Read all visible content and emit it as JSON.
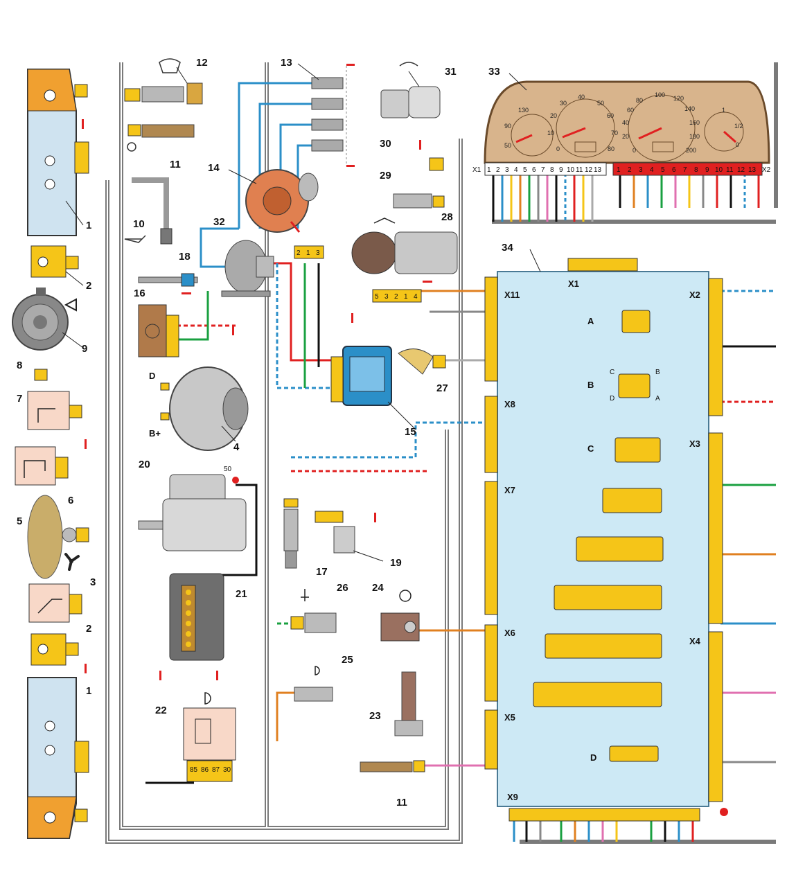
{
  "component_numbers": [
    "1",
    "2",
    "3",
    "4",
    "5",
    "6",
    "7",
    "8",
    "9",
    "10",
    "11",
    "12",
    "13",
    "14",
    "15",
    "16",
    "17",
    "18",
    "19",
    "20",
    "21",
    "22",
    "23",
    "24",
    "25",
    "26",
    "27",
    "28",
    "29",
    "30",
    "31",
    "32",
    "33",
    "34"
  ],
  "terminal_labels": {
    "generator_d": "D",
    "generator_b": "B+",
    "starter_50": "50"
  },
  "relay_pins": [
    "85",
    "86",
    "87",
    "30"
  ],
  "dashboard": {
    "connector_x1": "X1",
    "connector_x2": "X2",
    "tach_ticks": [
      "0",
      "10",
      "20",
      "30",
      "40",
      "50",
      "60",
      "70",
      "80"
    ],
    "speed_ticks": [
      "0",
      "20",
      "40",
      "60",
      "80",
      "100",
      "120",
      "140",
      "160",
      "180",
      "200"
    ],
    "temp_ticks": [
      "50",
      "90",
      "130"
    ],
    "fuel_ticks": [
      "0",
      "1/2",
      "1"
    ]
  },
  "block": {
    "connectors": [
      "X1",
      "X2",
      "X3",
      "X4",
      "X5",
      "X6",
      "X7",
      "X8",
      "X9",
      "X11"
    ],
    "views": [
      "A",
      "B",
      "C",
      "D"
    ],
    "b_pins": [
      "C",
      "B",
      "D",
      "A"
    ]
  },
  "colors": {
    "yellow_connector": "#f5c518",
    "block_fill": "#cde9f5",
    "dash_fill": "#d8b48c",
    "wire_blue": "#2b8fc8",
    "ground": "#e02020"
  }
}
